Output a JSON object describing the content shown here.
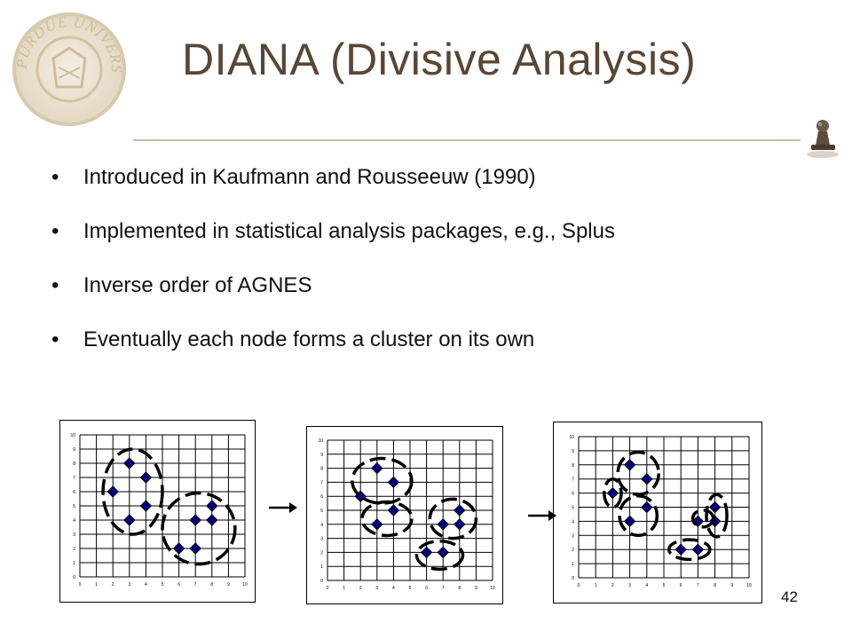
{
  "slide": {
    "title": "DIANA (Divisive Analysis)",
    "page_number": "42",
    "accent_color": "#5a4634",
    "seal_text": "PURDUE UNIVERSITY",
    "bullets": [
      "Introduced in Kaufmann and Rousseeuw (1990)",
      "Implemented in statistical analysis packages, e.g., Splus",
      "Inverse order of AGNES",
      "Eventually each node forms a cluster on its own"
    ]
  },
  "icons": {
    "seal": "university-seal-icon",
    "logo": "chess-pawn-logo-icon",
    "arrow": "right-arrow-icon"
  },
  "chart_data": [
    {
      "type": "scatter",
      "xlim": [
        0,
        10
      ],
      "ylim": [
        0,
        10
      ],
      "xticks": [
        "0",
        "1",
        "2",
        "3",
        "4",
        "5",
        "6",
        "7",
        "8",
        "9",
        "10"
      ],
      "yticks": [
        "0",
        "1",
        "2",
        "3",
        "4",
        "5",
        "6",
        "7",
        "8",
        "9",
        "10"
      ],
      "grid": true,
      "marker": "diamond",
      "marker_color": "#000080",
      "points": [
        [
          2,
          6
        ],
        [
          3,
          8
        ],
        [
          4,
          7
        ],
        [
          4,
          5
        ],
        [
          3,
          4
        ],
        [
          6,
          2
        ],
        [
          7,
          2
        ],
        [
          7,
          4
        ],
        [
          8,
          5
        ],
        [
          8,
          4
        ]
      ],
      "clusters": [
        {
          "cx": 3.2,
          "cy": 6.0,
          "rx": 1.8,
          "ry": 3.0
        },
        {
          "cx": 7.2,
          "cy": 3.4,
          "rx": 2.2,
          "ry": 2.5
        }
      ]
    },
    {
      "type": "scatter",
      "xlim": [
        0,
        10
      ],
      "ylim": [
        0,
        10
      ],
      "xticks": [
        "0",
        "1",
        "2",
        "3",
        "4",
        "5",
        "6",
        "7",
        "8",
        "9",
        "10"
      ],
      "yticks": [
        "0",
        "1",
        "2",
        "3",
        "4",
        "5",
        "6",
        "7",
        "8",
        "9",
        "10"
      ],
      "grid": true,
      "marker": "diamond",
      "marker_color": "#000080",
      "points": [
        [
          2,
          6
        ],
        [
          3,
          8
        ],
        [
          4,
          7
        ],
        [
          4,
          5
        ],
        [
          3,
          4
        ],
        [
          6,
          2
        ],
        [
          7,
          2
        ],
        [
          7,
          4
        ],
        [
          8,
          5
        ],
        [
          8,
          4
        ]
      ],
      "clusters": [
        {
          "cx": 3.3,
          "cy": 7.1,
          "rx": 1.8,
          "ry": 1.6
        },
        {
          "cx": 3.6,
          "cy": 4.4,
          "rx": 1.5,
          "ry": 1.2
        },
        {
          "cx": 6.8,
          "cy": 1.8,
          "rx": 1.4,
          "ry": 1.0
        },
        {
          "cx": 7.6,
          "cy": 4.4,
          "rx": 1.4,
          "ry": 1.4
        }
      ]
    },
    {
      "type": "scatter",
      "xlim": [
        0,
        10
      ],
      "ylim": [
        0,
        10
      ],
      "xticks": [
        "0",
        "1",
        "2",
        "3",
        "4",
        "5",
        "6",
        "7",
        "8",
        "9",
        "10"
      ],
      "yticks": [
        "0",
        "1",
        "2",
        "3",
        "4",
        "5",
        "6",
        "7",
        "8",
        "9",
        "10"
      ],
      "grid": true,
      "marker": "diamond",
      "marker_color": "#000080",
      "points": [
        [
          2,
          6
        ],
        [
          3,
          8
        ],
        [
          4,
          7
        ],
        [
          4,
          5
        ],
        [
          3,
          4
        ],
        [
          6,
          2
        ],
        [
          7,
          2
        ],
        [
          7,
          4
        ],
        [
          8,
          5
        ],
        [
          8,
          4
        ]
      ],
      "clusters": [
        {
          "cx": 2.0,
          "cy": 6.0,
          "rx": 0.5,
          "ry": 1.0
        },
        {
          "cx": 3.5,
          "cy": 7.4,
          "rx": 1.2,
          "ry": 1.5
        },
        {
          "cx": 3.5,
          "cy": 4.4,
          "rx": 1.1,
          "ry": 1.4
        },
        {
          "cx": 6.5,
          "cy": 2.0,
          "rx": 1.2,
          "ry": 0.7
        },
        {
          "cx": 7.3,
          "cy": 4.2,
          "rx": 0.6,
          "ry": 0.6
        },
        {
          "cx": 8.1,
          "cy": 4.4,
          "rx": 0.6,
          "ry": 1.5
        }
      ]
    }
  ]
}
